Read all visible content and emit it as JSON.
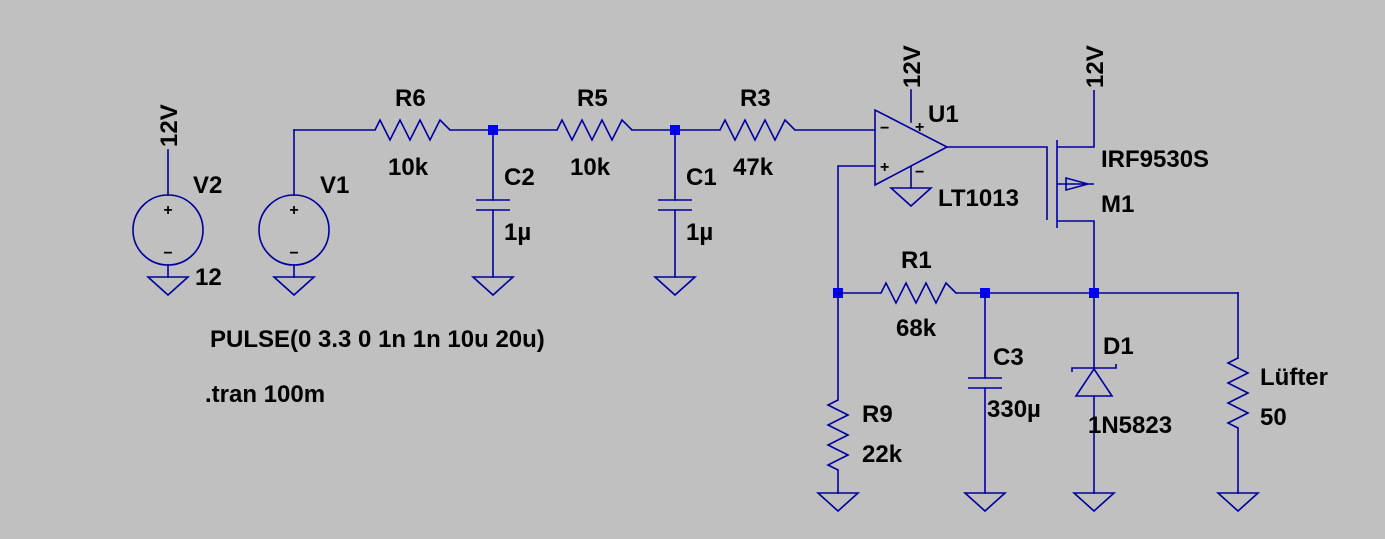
{
  "colors": {
    "background": "#c0c0c0",
    "wire": "#0000a0",
    "junction": "#0000ff",
    "text": "#000000"
  },
  "supply": {
    "net_v2": "12V",
    "net_u1": "12V",
    "net_m1": "12V"
  },
  "components": {
    "V2": {
      "name": "V2",
      "value": "12"
    },
    "V1": {
      "name": "V1",
      "value": "PULSE(0 3.3 0 1n 1n 10u 20u)"
    },
    "R6": {
      "name": "R6",
      "value": "10k"
    },
    "R5": {
      "name": "R5",
      "value": "10k"
    },
    "R3": {
      "name": "R3",
      "value": "47k"
    },
    "C2": {
      "name": "C2",
      "value": "1µ"
    },
    "C1": {
      "name": "C1",
      "value": "1µ"
    },
    "U1": {
      "name": "U1",
      "value": "LT1013"
    },
    "M1": {
      "name": "M1",
      "value": "IRF9530S"
    },
    "R1": {
      "name": "R1",
      "value": "68k"
    },
    "C3": {
      "name": "C3",
      "value": "330µ"
    },
    "D1": {
      "name": "D1",
      "value": "1N5823"
    },
    "R9": {
      "name": "R9",
      "value": "22k"
    },
    "Luefter": {
      "name": "Lüfter",
      "value": "50"
    }
  },
  "directive": ".tran 100m",
  "source_signs": {
    "plus": "+",
    "minus": "−"
  },
  "opamp_pins": {
    "plus": "+",
    "minus": "−"
  }
}
